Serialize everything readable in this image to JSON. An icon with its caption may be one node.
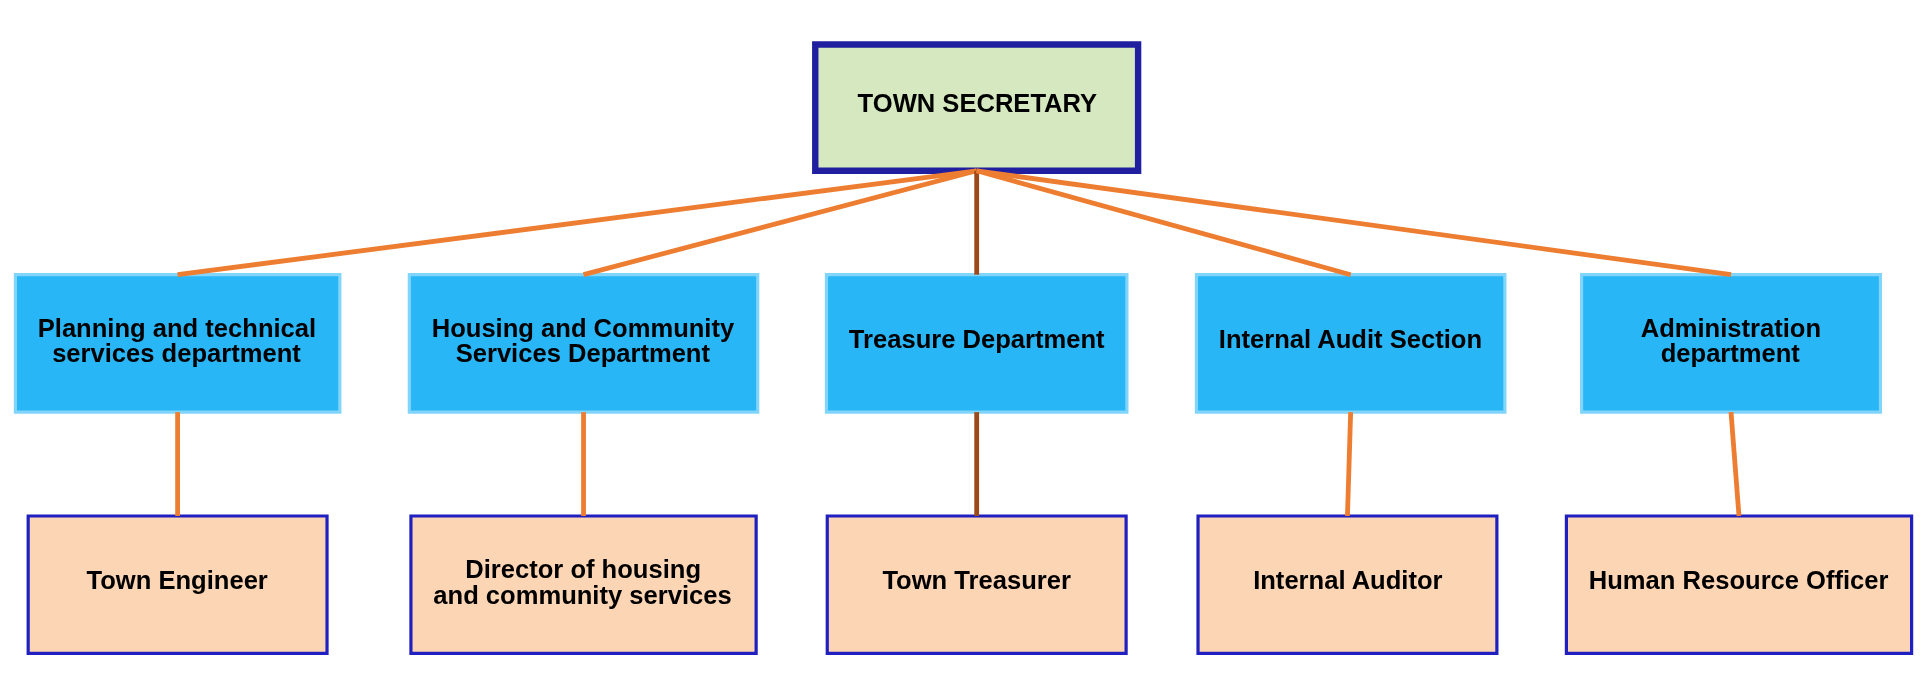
{
  "diagram": {
    "nodes": [
      {
        "text": [
          "TOWN SECRETARY"
        ]
      },
      {
        "text": [
          "Planning and technical services department"
        ]
      },
      {
        "text": [
          "Housing and Community Services Department"
        ]
      },
      {
        "text": [
          "Treasure Department"
        ]
      },
      {
        "text": [
          "Internal Audit Section"
        ]
      },
      {
        "text": [
          "Administration department"
        ]
      },
      {
        "text": [
          "Town Engineer"
        ]
      },
      {
        "text": [
          "Director of housing and community services"
        ]
      },
      {
        "text": [
          "Town Treasurer"
        ]
      },
      {
        "text": [
          "Internal Auditor"
        ]
      },
      {
        "text": [
          "Human Resource Officer"
        ]
      }
    ],
    "edges": [
      {
        "from": 0,
        "to": 1,
        "arrow": "none"
      },
      {
        "from": 0,
        "to": 2,
        "arrow": "none"
      },
      {
        "from": 0,
        "to": 3,
        "arrow": "none",
        "color": "#9c4a1a"
      },
      {
        "from": 0,
        "to": 4,
        "arrow": "none"
      },
      {
        "from": 0,
        "to": 5,
        "arrow": "none"
      },
      {
        "from": 1,
        "to": 6,
        "arrow": "none"
      },
      {
        "from": 2,
        "to": 7,
        "arrow": "none"
      },
      {
        "from": 3,
        "to": 8,
        "arrow": "none",
        "color": "#9c4a1a"
      },
      {
        "from": 4,
        "to": 9,
        "arrow": "none"
      },
      {
        "from": 5,
        "to": 10,
        "arrow": "none"
      }
    ]
  }
}
